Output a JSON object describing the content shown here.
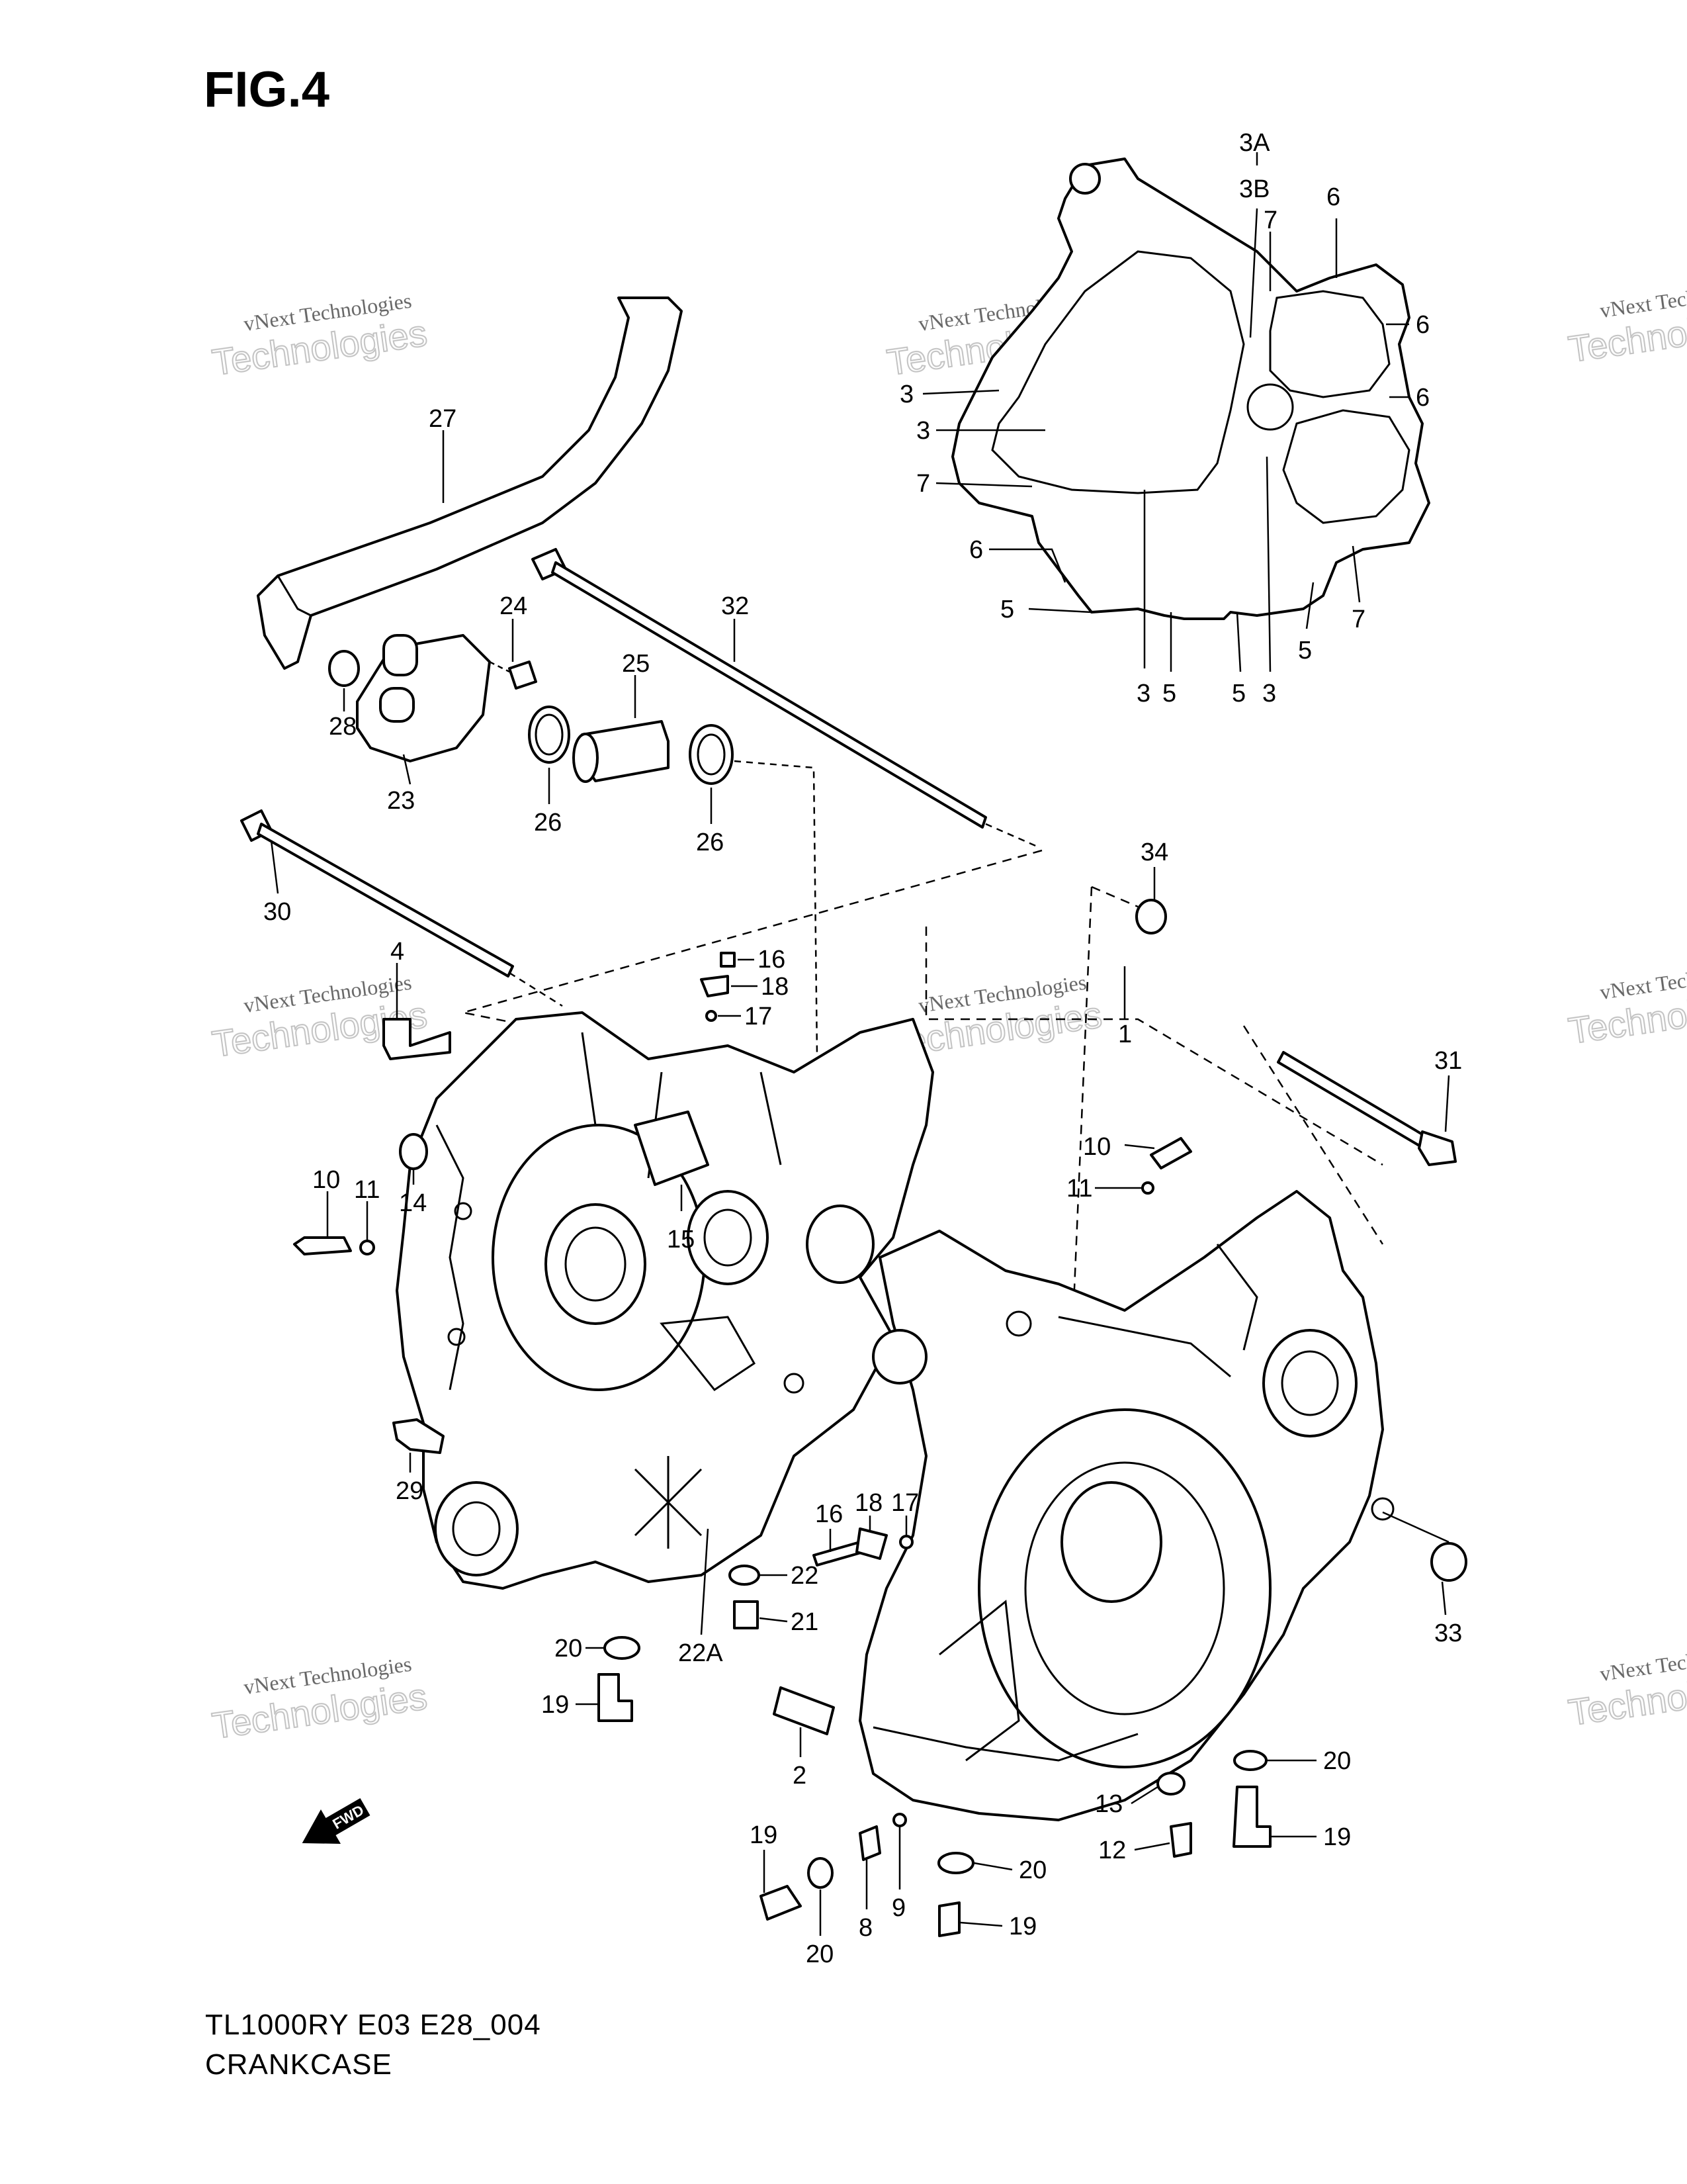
{
  "figure": {
    "title": "FIG.4",
    "model_code": "TL1000RY E03 E28_004",
    "section_name": "CRANKCASE",
    "watermark_line1": "vNext Technologies",
    "watermark_line2": "Technologies",
    "direction_arrow_text": "FWD"
  },
  "callouts": [
    {
      "id": "c-3A",
      "text": "3A"
    },
    {
      "id": "c-3B",
      "text": "3B"
    },
    {
      "id": "c-7a",
      "text": "7"
    },
    {
      "id": "c-6a",
      "text": "6"
    },
    {
      "id": "c-6b",
      "text": "6"
    },
    {
      "id": "c-6c",
      "text": "6"
    },
    {
      "id": "c-3a",
      "text": "3"
    },
    {
      "id": "c-3b",
      "text": "3"
    },
    {
      "id": "c-7b",
      "text": "7"
    },
    {
      "id": "c-6d",
      "text": "6"
    },
    {
      "id": "c-5a",
      "text": "5"
    },
    {
      "id": "c-3c",
      "text": "3"
    },
    {
      "id": "c-5b",
      "text": "5"
    },
    {
      "id": "c-5c",
      "text": "5"
    },
    {
      "id": "c-3d",
      "text": "3"
    },
    {
      "id": "c-5d",
      "text": "5"
    },
    {
      "id": "c-7c",
      "text": "7"
    },
    {
      "id": "c-27",
      "text": "27"
    },
    {
      "id": "c-24",
      "text": "24"
    },
    {
      "id": "c-32",
      "text": "32"
    },
    {
      "id": "c-25",
      "text": "25"
    },
    {
      "id": "c-28",
      "text": "28"
    },
    {
      "id": "c-23",
      "text": "23"
    },
    {
      "id": "c-26a",
      "text": "26"
    },
    {
      "id": "c-26b",
      "text": "26"
    },
    {
      "id": "c-30",
      "text": "30"
    },
    {
      "id": "c-34",
      "text": "34"
    },
    {
      "id": "c-4",
      "text": "4"
    },
    {
      "id": "c-16a",
      "text": "16"
    },
    {
      "id": "c-18a",
      "text": "18"
    },
    {
      "id": "c-17a",
      "text": "17"
    },
    {
      "id": "c-1",
      "text": "1"
    },
    {
      "id": "c-31",
      "text": "31"
    },
    {
      "id": "c-14",
      "text": "14"
    },
    {
      "id": "c-10a",
      "text": "10"
    },
    {
      "id": "c-11a",
      "text": "11"
    },
    {
      "id": "c-15",
      "text": "15"
    },
    {
      "id": "c-10b",
      "text": "10"
    },
    {
      "id": "c-11b",
      "text": "11"
    },
    {
      "id": "c-29",
      "text": "29"
    },
    {
      "id": "c-16b",
      "text": "16"
    },
    {
      "id": "c-18b",
      "text": "18"
    },
    {
      "id": "c-17b",
      "text": "17"
    },
    {
      "id": "c-22",
      "text": "22"
    },
    {
      "id": "c-21",
      "text": "21"
    },
    {
      "id": "c-22A",
      "text": "22A"
    },
    {
      "id": "c-20a",
      "text": "20"
    },
    {
      "id": "c-19a",
      "text": "19"
    },
    {
      "id": "c-33",
      "text": "33"
    },
    {
      "id": "c-2",
      "text": "2"
    },
    {
      "id": "c-20b",
      "text": "20"
    },
    {
      "id": "c-13",
      "text": "13"
    },
    {
      "id": "c-12",
      "text": "12"
    },
    {
      "id": "c-19b",
      "text": "19"
    },
    {
      "id": "c-19c",
      "text": "19"
    },
    {
      "id": "c-20c",
      "text": "20"
    },
    {
      "id": "c-20d",
      "text": "20"
    },
    {
      "id": "c-8",
      "text": "8"
    },
    {
      "id": "c-9",
      "text": "9"
    },
    {
      "id": "c-19d",
      "text": "19"
    }
  ]
}
